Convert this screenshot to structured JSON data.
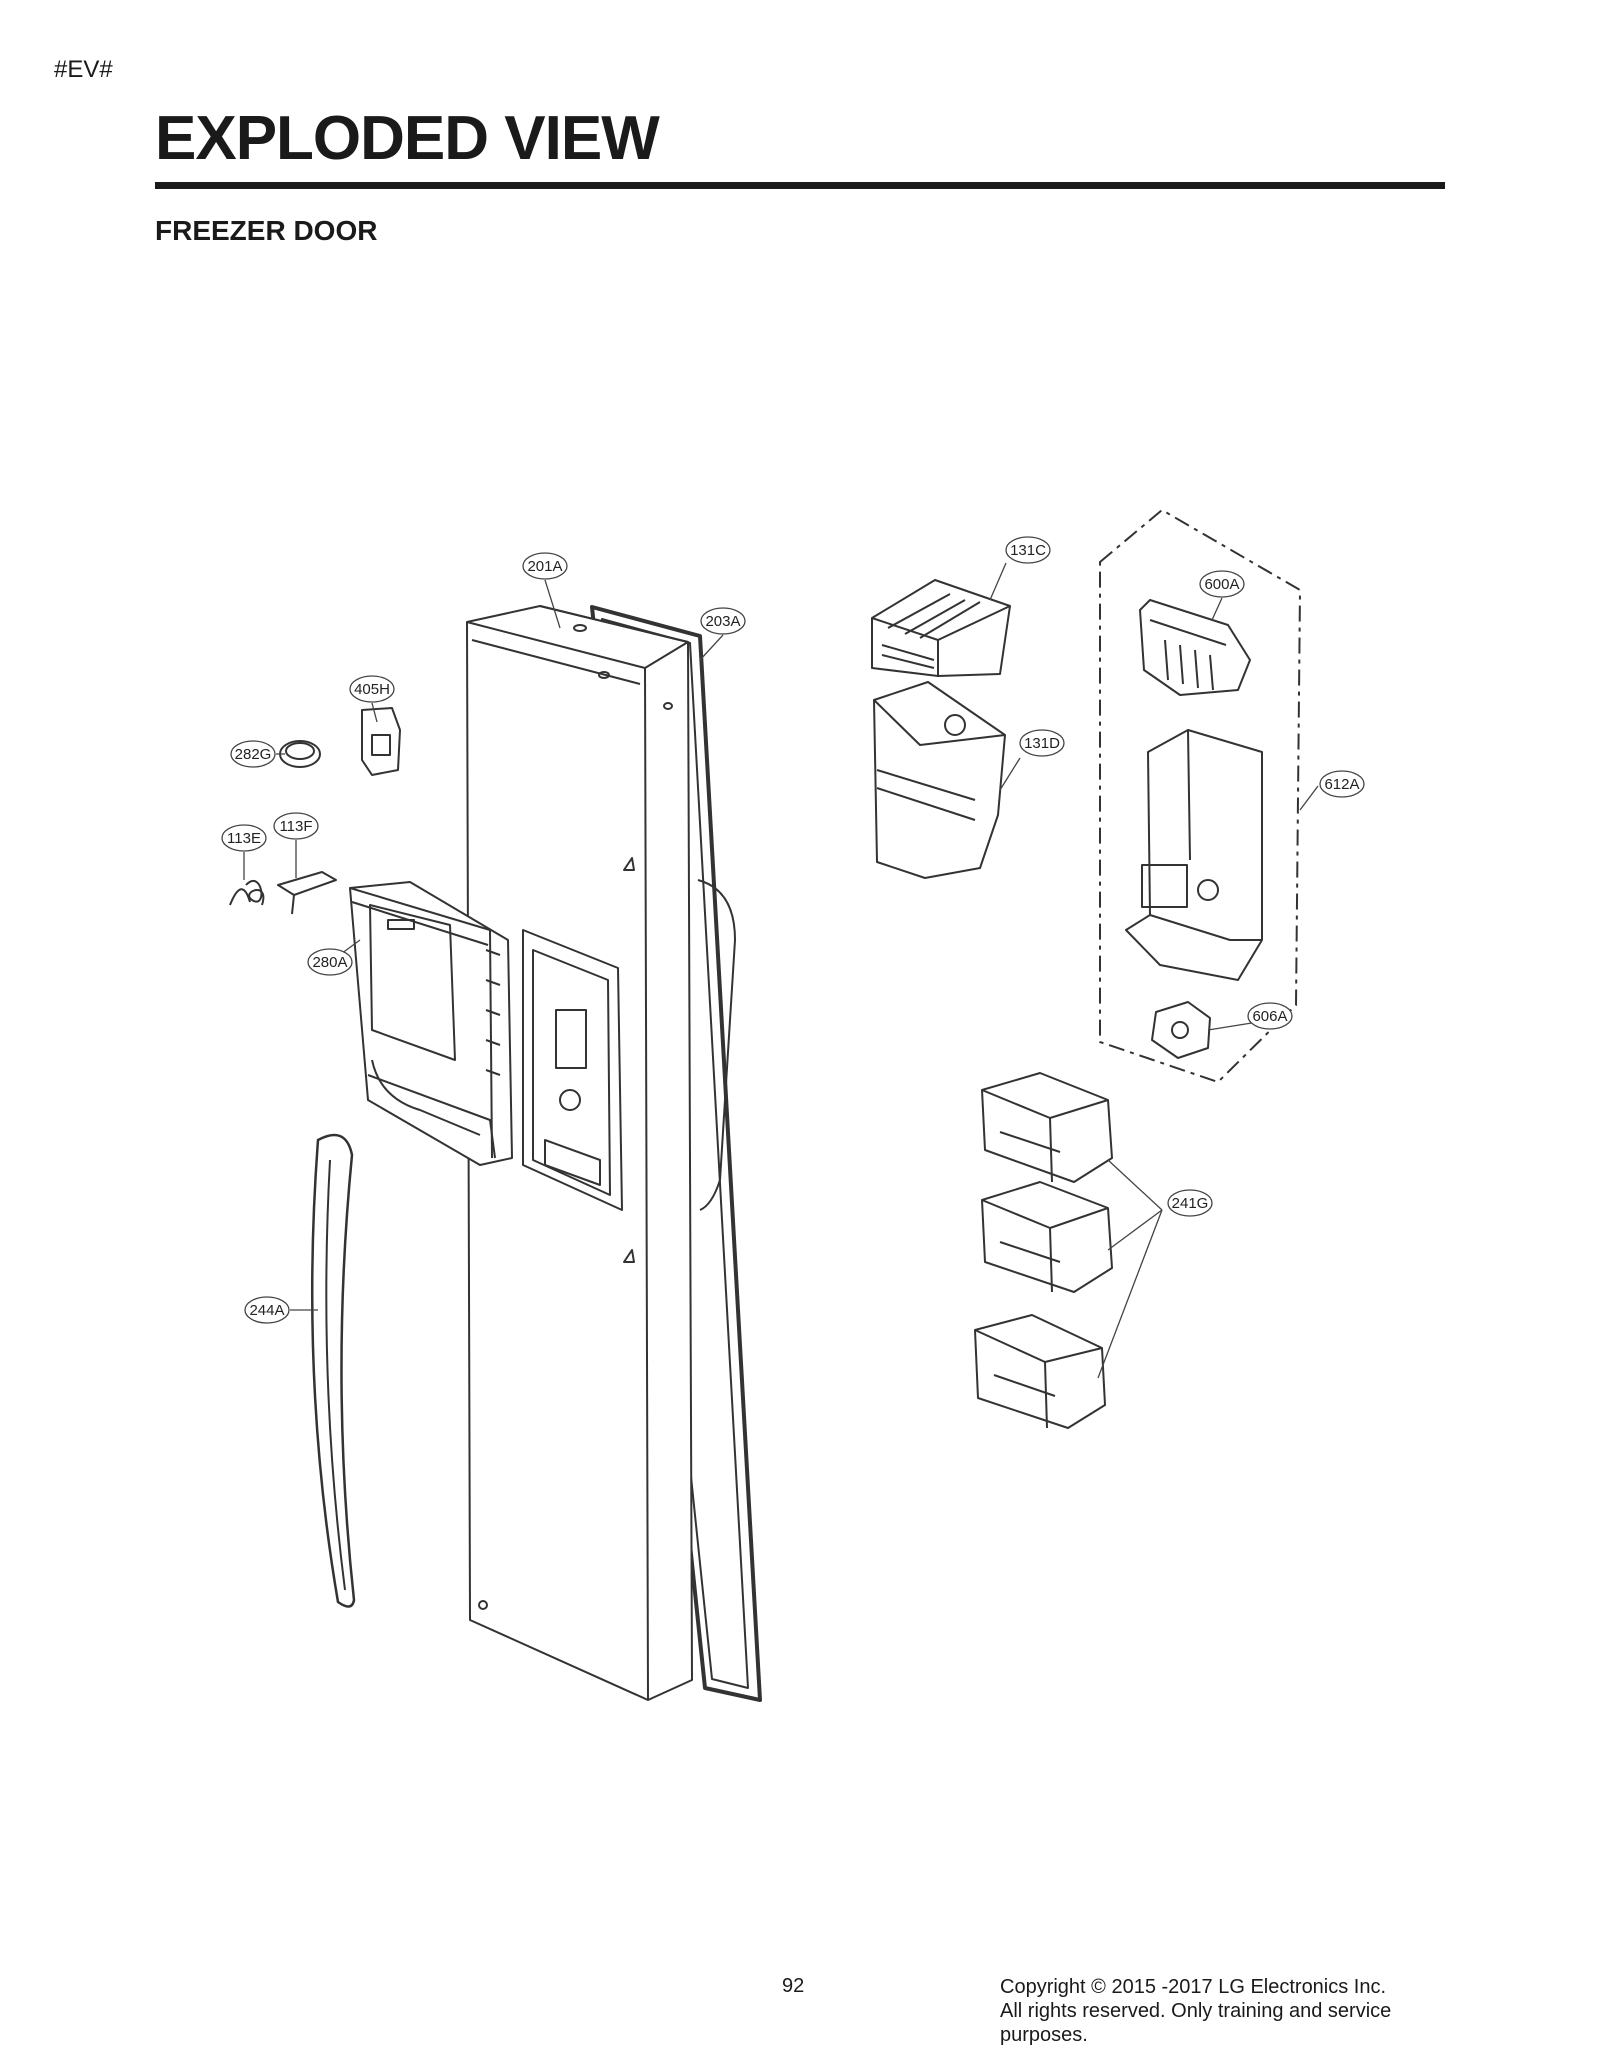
{
  "header": {
    "tag": "#EV#",
    "title": "EXPLODED VIEW",
    "subtitle": "FREEZER DOOR"
  },
  "parts": {
    "p201A": "201A",
    "p203A": "203A",
    "p405H": "405H",
    "p282G": "282G",
    "p113E": "113E",
    "p113F": "113F",
    "p280A": "280A",
    "p244A": "244A",
    "p131C": "131C",
    "p131D": "131D",
    "p600A": "600A",
    "p612A": "612A",
    "p606A": "606A",
    "p241G": "241G"
  },
  "footer": {
    "page_number": "92",
    "copyright_line1": "Copyright © 2015 -2017 LG Electronics Inc.",
    "copyright_line2": "All rights reserved. Only training and service",
    "copyright_line3": "purposes."
  }
}
